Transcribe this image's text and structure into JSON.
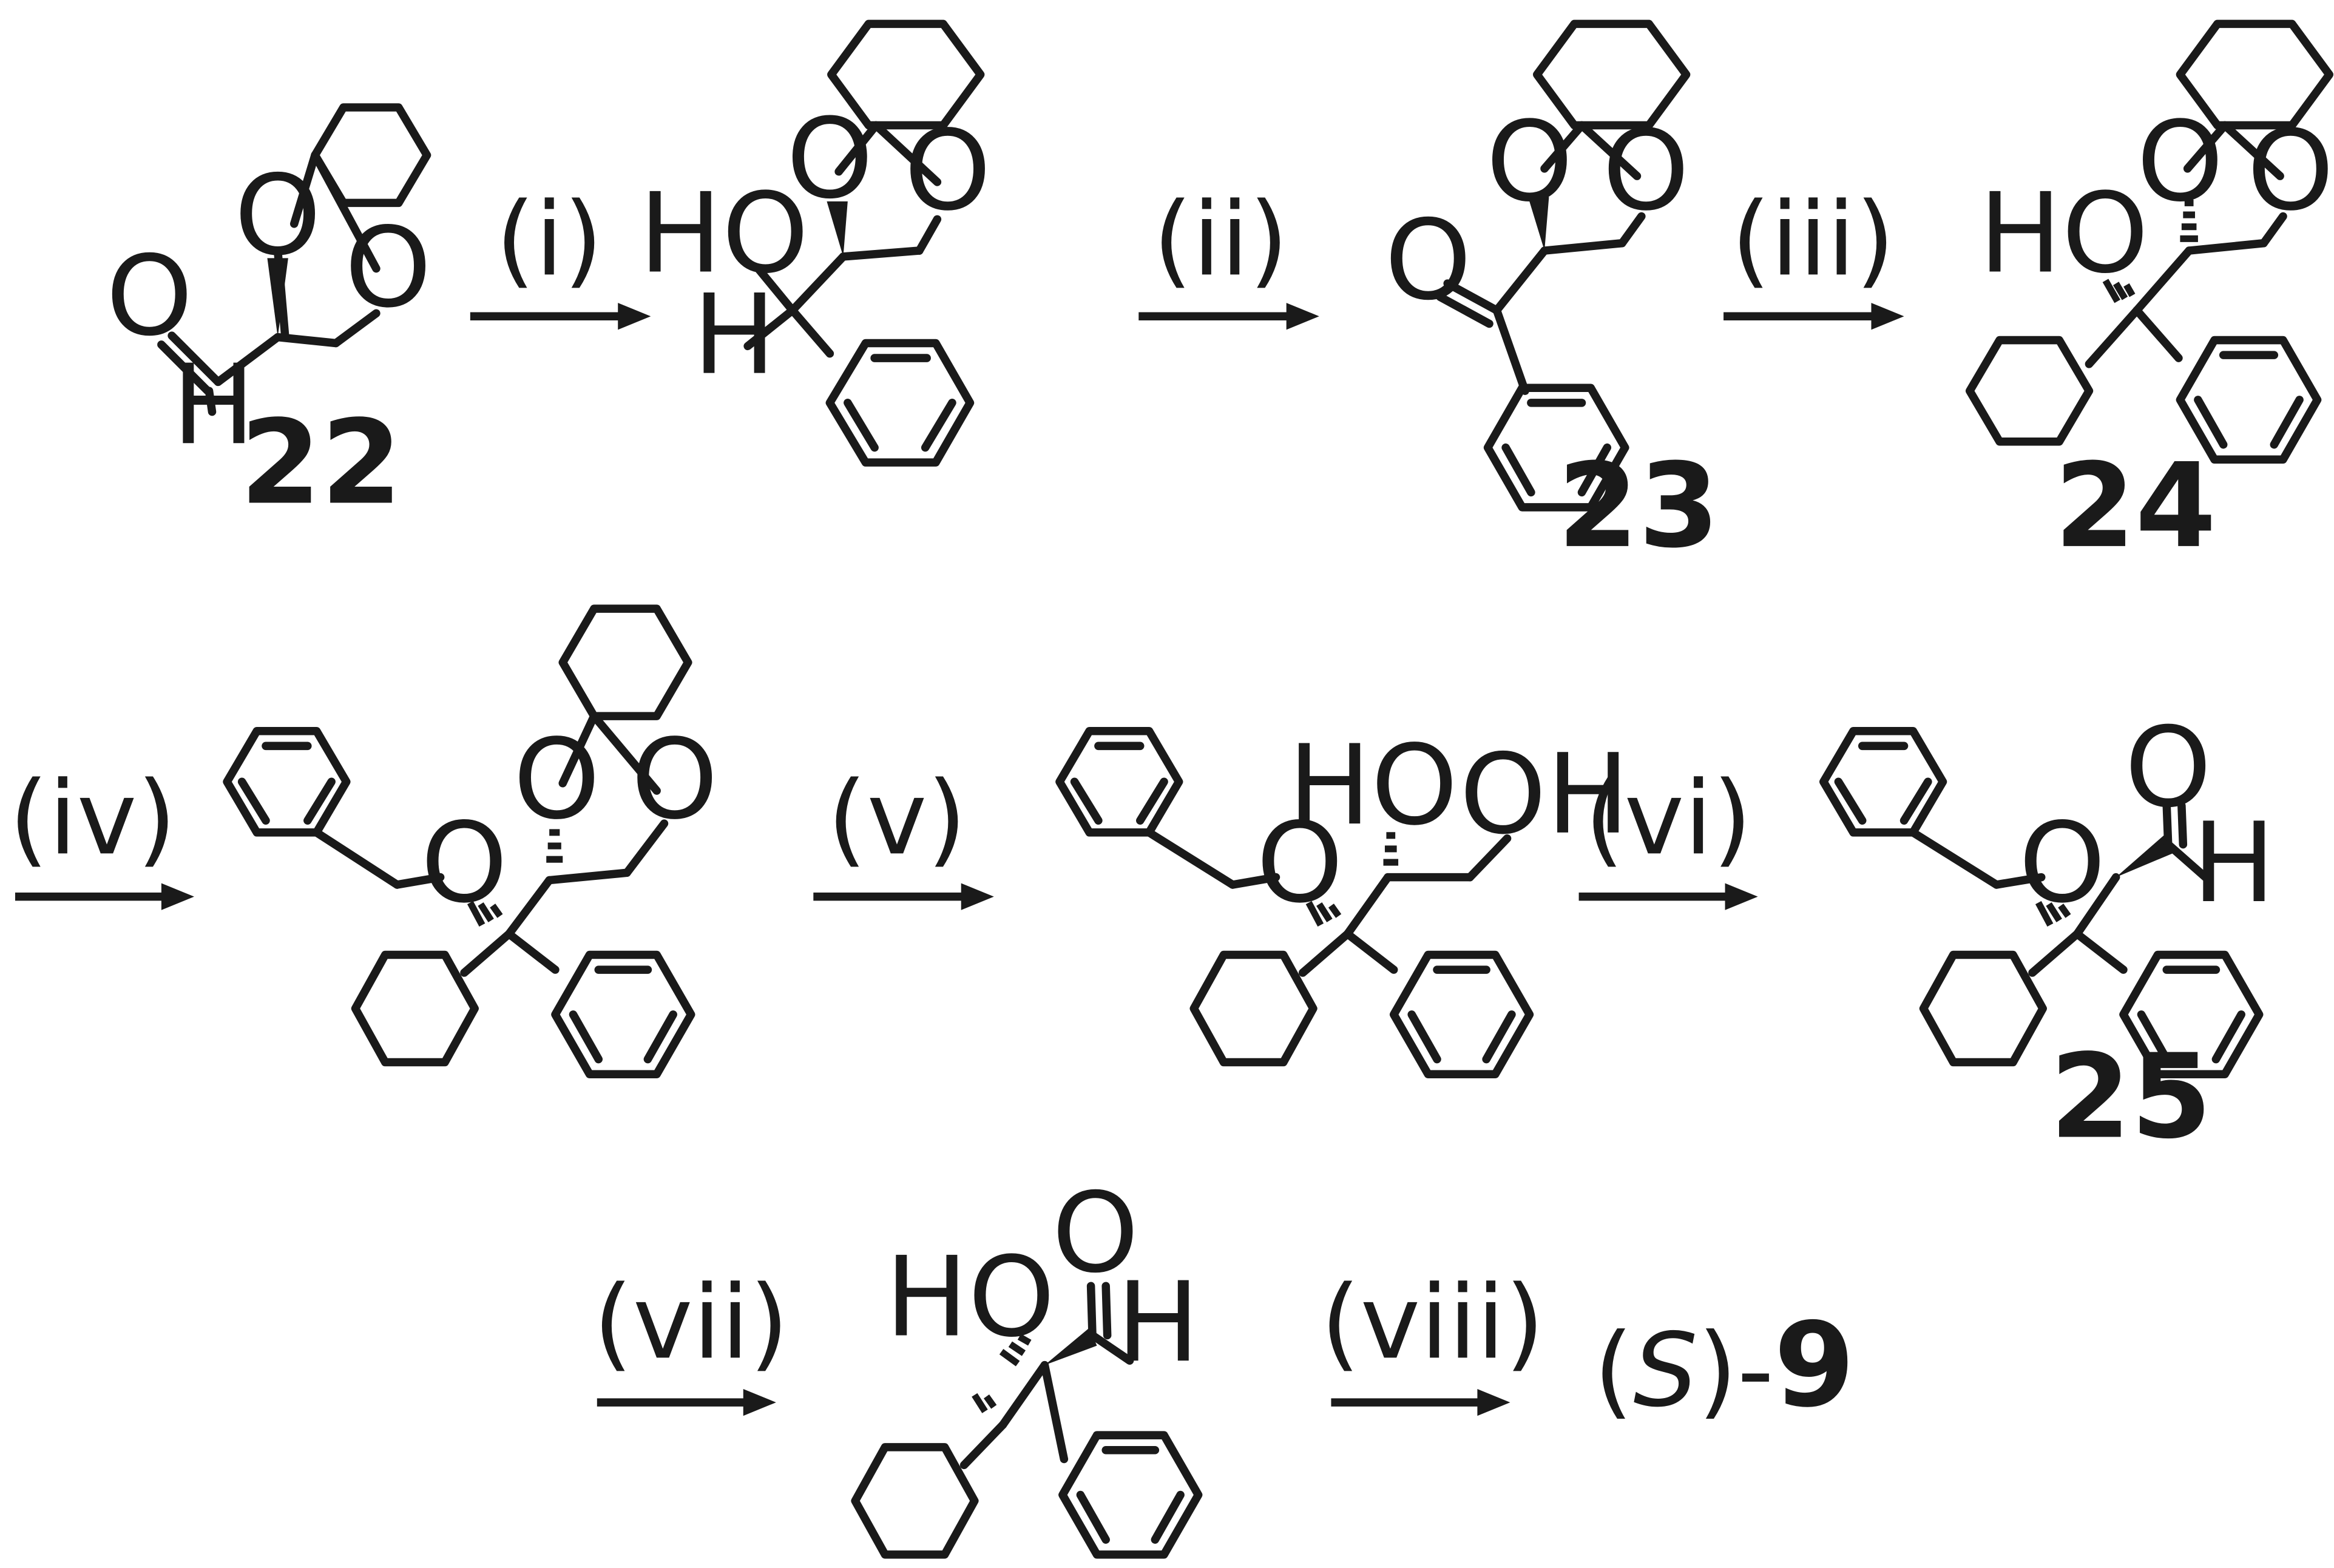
{
  "scheme": {
    "conditions": [
      "(i)",
      "(ii)",
      "(iii)",
      "(iv)",
      "(v)",
      "(vi)",
      "(vii)",
      "(viii)"
    ],
    "labels": {
      "c22": "22",
      "c23": "23",
      "c24": "24",
      "c25": "25"
    },
    "final_product": {
      "prefix": "(",
      "stereo": "S",
      "suffix": ")-",
      "number": "9"
    },
    "atom_symbols": {
      "oxygen": "O",
      "hydrogen": "H",
      "hydroxyl": "HO",
      "hydroxyl_right": "OH"
    }
  }
}
